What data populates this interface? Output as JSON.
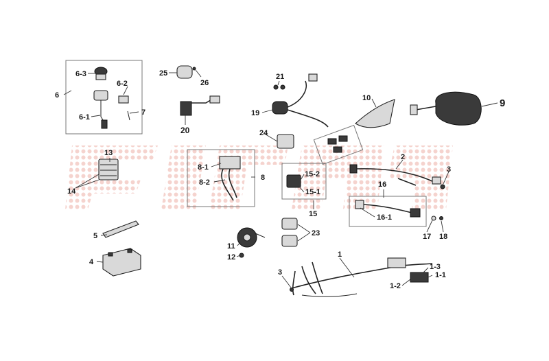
{
  "labels": {
    "l1": "1",
    "l1_1": "1-1",
    "l1_2": "1-2",
    "l1_3": "1-3",
    "l2": "2",
    "l3a": "3",
    "l3b": "3",
    "l4": "4",
    "l5": "5",
    "l6": "6",
    "l6_1": "6-1",
    "l6_2": "6-2",
    "l6_3": "6-3",
    "l7": "7",
    "l8": "8",
    "l8_1": "8-1",
    "l8_2": "8-2",
    "l9": "9",
    "l10": "10",
    "l11": "11",
    "l12": "12",
    "l13": "13",
    "l14": "14",
    "l15": "15",
    "l15_1": "15-1",
    "l15_2": "15-2",
    "l16": "16",
    "l16_1": "16-1",
    "l17": "17",
    "l18": "18",
    "l19": "19",
    "l20": "20",
    "l21": "21",
    "l23": "23",
    "l24": "24",
    "l25": "25",
    "l26": "26"
  },
  "colors": {
    "watermark": "#f3c2bb",
    "watermark_dot": "#e79a90",
    "ink": "#1a1a1a"
  }
}
